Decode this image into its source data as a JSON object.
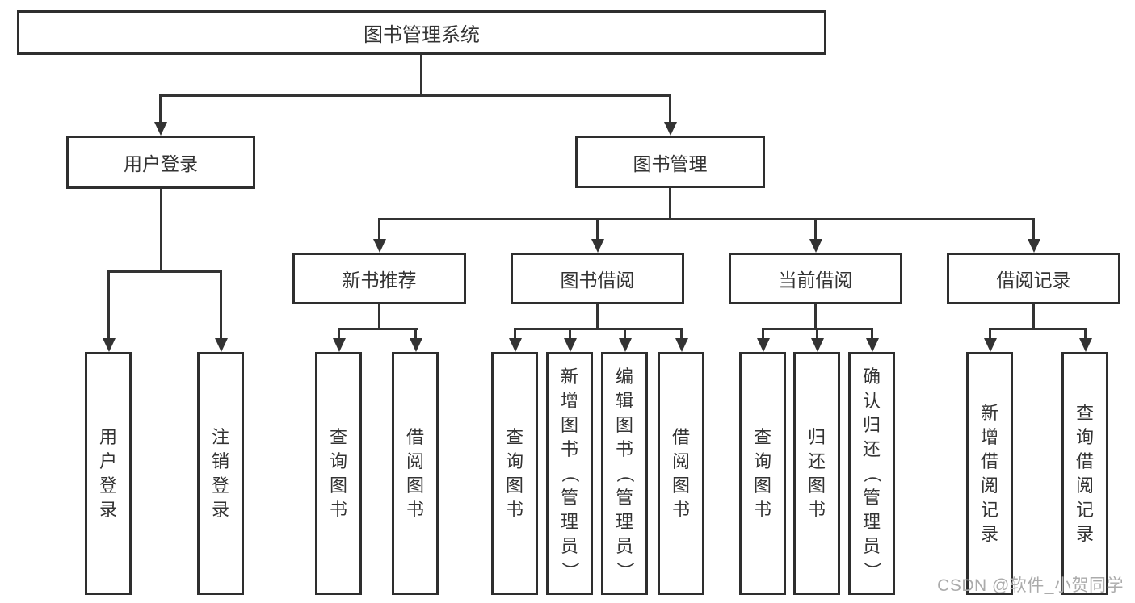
{
  "colors": {
    "line": "#333333",
    "box_border": "#2e2e2e",
    "text": "#333333",
    "background": "#ffffff",
    "watermark": "#ababab"
  },
  "tree": {
    "root": {
      "label": "图书管理系统"
    },
    "branches": [
      {
        "label": "用户登录",
        "children": [
          {
            "label": "用户登录"
          },
          {
            "label": "注销登录"
          }
        ]
      },
      {
        "label": "图书管理",
        "children": [
          {
            "label": "新书推荐",
            "children": [
              {
                "label": "查询图书"
              },
              {
                "label": "借阅图书"
              }
            ]
          },
          {
            "label": "图书借阅",
            "children": [
              {
                "label": "查询图书"
              },
              {
                "label": "新增图书（管理员）"
              },
              {
                "label": "编辑图书（管理员）"
              },
              {
                "label": "借阅图书"
              }
            ]
          },
          {
            "label": "当前借阅",
            "children": [
              {
                "label": "查询图书"
              },
              {
                "label": "归还图书"
              },
              {
                "label": "确认归还（管理员）"
              }
            ]
          },
          {
            "label": "借阅记录",
            "children": [
              {
                "label": "新增借阅记录"
              },
              {
                "label": "查询借阅记录"
              }
            ]
          }
        ]
      }
    ]
  },
  "watermark": {
    "text": "CSDN @软件_小贺同学"
  }
}
